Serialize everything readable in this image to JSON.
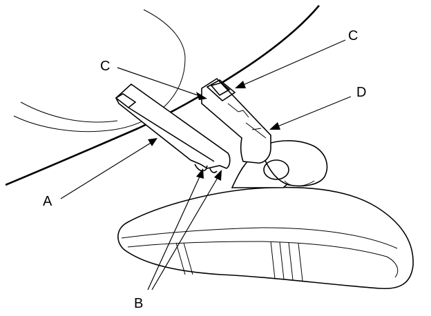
{
  "callouts": {
    "a": "A",
    "b": "B",
    "c_left": "C",
    "c_right": "C",
    "d": "D"
  }
}
